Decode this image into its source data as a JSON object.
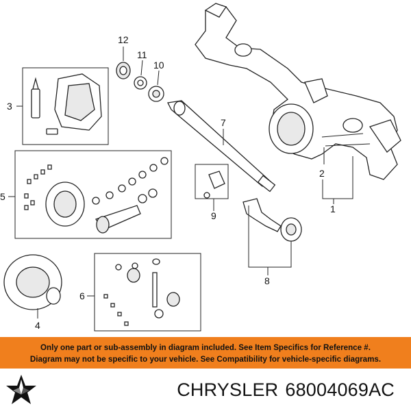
{
  "callouts": {
    "c1": "1",
    "c2": "2",
    "c3": "3",
    "c4": "4",
    "c5": "5",
    "c6": "6",
    "c7": "7",
    "c8": "8",
    "c9": "9",
    "c10": "10",
    "c11": "11",
    "c12": "12"
  },
  "notice": {
    "line1": "Only one part or sub-assembly in diagram included. See Item Specifics for Reference #.",
    "line2": "Diagram may not be specific to your vehicle. See Compatibility for vehicle-specific diagrams."
  },
  "footer": {
    "brand": "CHRYSLER",
    "part_number": "68004069AC",
    "logo_icon": "pentastar-logo-icon"
  },
  "colors": {
    "banner": "#f07f1d",
    "line": "#222222"
  }
}
